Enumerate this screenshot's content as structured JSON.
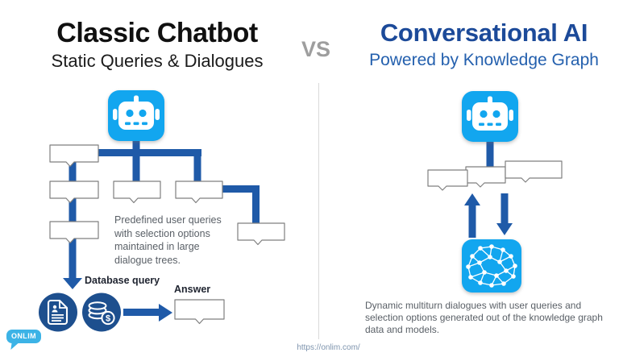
{
  "header": {
    "left_title": "Classic Chatbot",
    "left_subtitle": "Static Queries & Dialogues",
    "vs_label": "VS",
    "right_title": "Conversational AI",
    "right_subtitle": "Powered by Knowledge Graph"
  },
  "left_diagram": {
    "description_lines": [
      "Predefined user queries",
      "with selection options",
      "maintained in large",
      "dialogue trees."
    ],
    "database_query_label": "Database query",
    "answer_label": "Answer",
    "dollar_sign": "$"
  },
  "right_diagram": {
    "description_lines": [
      "Dynamic multiturn dialogues with user queries and",
      "selection options generated out of the knowledge graph",
      "data and models."
    ]
  },
  "footer": {
    "logo_text": "ONLIM",
    "url": "https://onlim.com/"
  },
  "icons": {
    "robot": "robot-icon",
    "document": "document-icon",
    "database_coins": "database-coins-icon",
    "knowledge_graph": "knowledge-graph-icon",
    "logo_bubble": "speech-bubble-logo"
  },
  "colors": {
    "bright_blue": "#12a6ef",
    "line_blue": "#1f5aa8",
    "circle_navy": "#1d4f8e",
    "title_blue": "#1c4a99",
    "subtitle_blue": "#2460ae",
    "body_gray": "#5a6067",
    "vs_gray": "#9e9e9e",
    "box_border": "#7f7f7f",
    "logo_blue": "#3cb3e6",
    "url_gray_blue": "#7d93ad"
  }
}
